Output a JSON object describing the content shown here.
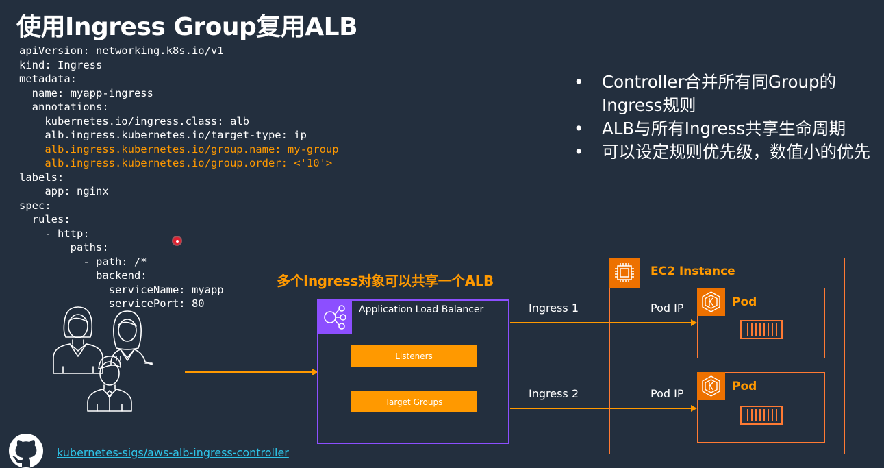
{
  "title": "使用Ingress Group复用ALB",
  "code": {
    "lines": [
      {
        "text": "apiVersion: networking.k8s.io/v1",
        "highlight": false
      },
      {
        "text": "kind: Ingress",
        "highlight": false
      },
      {
        "text": "metadata:",
        "highlight": false
      },
      {
        "text": "  name: myapp-ingress",
        "highlight": false
      },
      {
        "text": "  annotations:",
        "highlight": false
      },
      {
        "text": "    kubernetes.io/ingress.class: alb",
        "highlight": false
      },
      {
        "text": "    alb.ingress.kubernetes.io/target-type: ip",
        "highlight": false
      },
      {
        "text": "    alb.ingress.kubernetes.io/group.name: my-group",
        "highlight": true
      },
      {
        "text": "    alb.ingress.kubernetes.io/group.order: <'10'>",
        "highlight": true
      },
      {
        "text": "labels:",
        "highlight": false
      },
      {
        "text": "    app: nginx",
        "highlight": false
      },
      {
        "text": "spec:",
        "highlight": false
      },
      {
        "text": "  rules:",
        "highlight": false
      },
      {
        "text": "    - http:",
        "highlight": false
      },
      {
        "text": "        paths:",
        "highlight": false
      },
      {
        "text": "          - path: /*",
        "highlight": false
      },
      {
        "text": "            backend:",
        "highlight": false
      },
      {
        "text": "              serviceName: myapp",
        "highlight": false
      },
      {
        "text": "              servicePort: 80",
        "highlight": false
      }
    ]
  },
  "bullets": [
    "Controller合并所有同Group的Ingress规则",
    "ALB与所有Ingress共享生命周期",
    "可以设定规则优先级，数值小的优先"
  ],
  "diagram": {
    "caption": "多个Ingress对象可以共享一个ALB",
    "alb": {
      "label": "Application Load Balancer",
      "listeners": "Listeners",
      "target_groups": "Target Groups"
    },
    "ec2": {
      "label": "EC2 Instance"
    },
    "pods": [
      {
        "label": "Pod"
      },
      {
        "label": "Pod"
      }
    ],
    "arrows": {
      "ingress1": "Ingress 1",
      "ingress2": "Ingress 2",
      "podip1": "Pod IP",
      "podip2": "Pod IP"
    }
  },
  "footer": {
    "link": "kubernetes-sigs/aws-alb-ingress-controller",
    "icon": "github-icon"
  },
  "colors": {
    "background": "#232f3e",
    "accent_orange": "#ff9900",
    "alb_purple": "#8c4fff",
    "compute_orange": "#ed7100",
    "link": "#2ec4e8"
  }
}
